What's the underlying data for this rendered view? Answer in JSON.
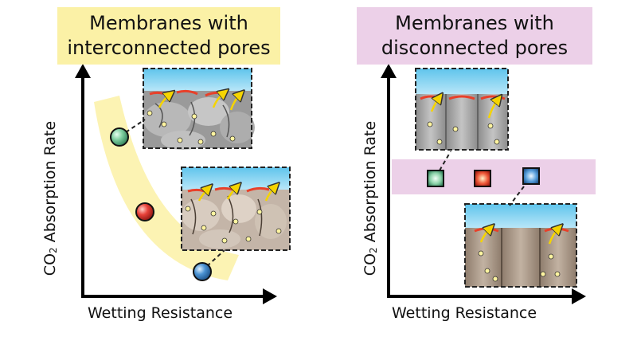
{
  "panels": [
    {
      "title_line1": "Membranes with",
      "title_line2": "interconnected pores",
      "xlabel": "Wetting Resistance",
      "ylabel_prefix": "CO",
      "ylabel_sub": "2",
      "ylabel_suffix": " Absorption Rate",
      "title_color": "#fbf1a6"
    },
    {
      "title_line1": "Membranes with",
      "title_line2": "disconnected pores",
      "xlabel": "Wetting Resistance",
      "ylabel_prefix": "CO",
      "ylabel_sub": "2",
      "ylabel_suffix": " Absorption Rate",
      "title_color": "#ecd0e8"
    }
  ],
  "colors": {
    "green_marker": "#6fbf96",
    "red_marker": "#e0403a",
    "blue_marker": "#3f86c6",
    "yellow_band": "#fbf1a6",
    "pink_band": "#ecd0e8",
    "liquid": "#8fd3f0",
    "interface": "#e8402a",
    "gas_bubble": "#fff4a0",
    "arrow": "#f5d400"
  },
  "icons": [
    "green-sphere-icon",
    "red-sphere-icon",
    "blue-sphere-icon",
    "green-square-icon",
    "red-square-icon",
    "blue-square-icon"
  ]
}
